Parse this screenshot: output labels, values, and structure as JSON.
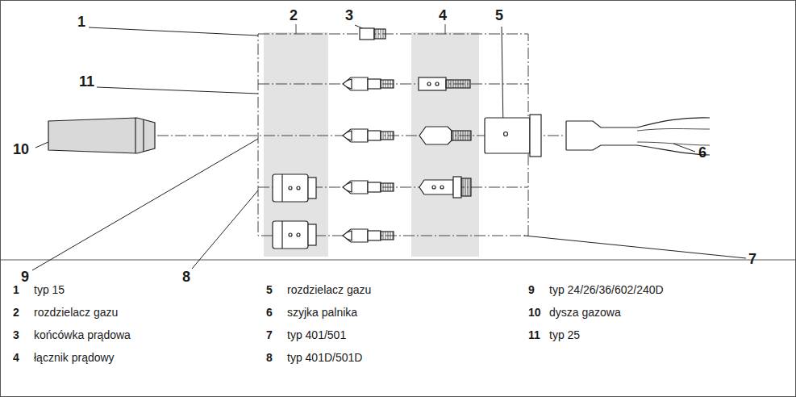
{
  "diagram": {
    "labels": [
      "1",
      "2",
      "3",
      "4",
      "5",
      "11",
      "10",
      "6",
      "9",
      "8",
      "7",
      "1",
      "typ 15",
      "2",
      "rozdzielacz gazu",
      "3",
      "końcówka prądowa",
      "4",
      "łącznik prądowy",
      "5",
      "rozdzielacz gazu",
      "6",
      "szyjka palnika",
      "7",
      "typ 401/501",
      "8",
      "typ 401D/501D",
      "9",
      "typ 24/26/36/602/240D",
      "10",
      "dysza gazowa",
      "11",
      "typ 25"
    ]
  }
}
